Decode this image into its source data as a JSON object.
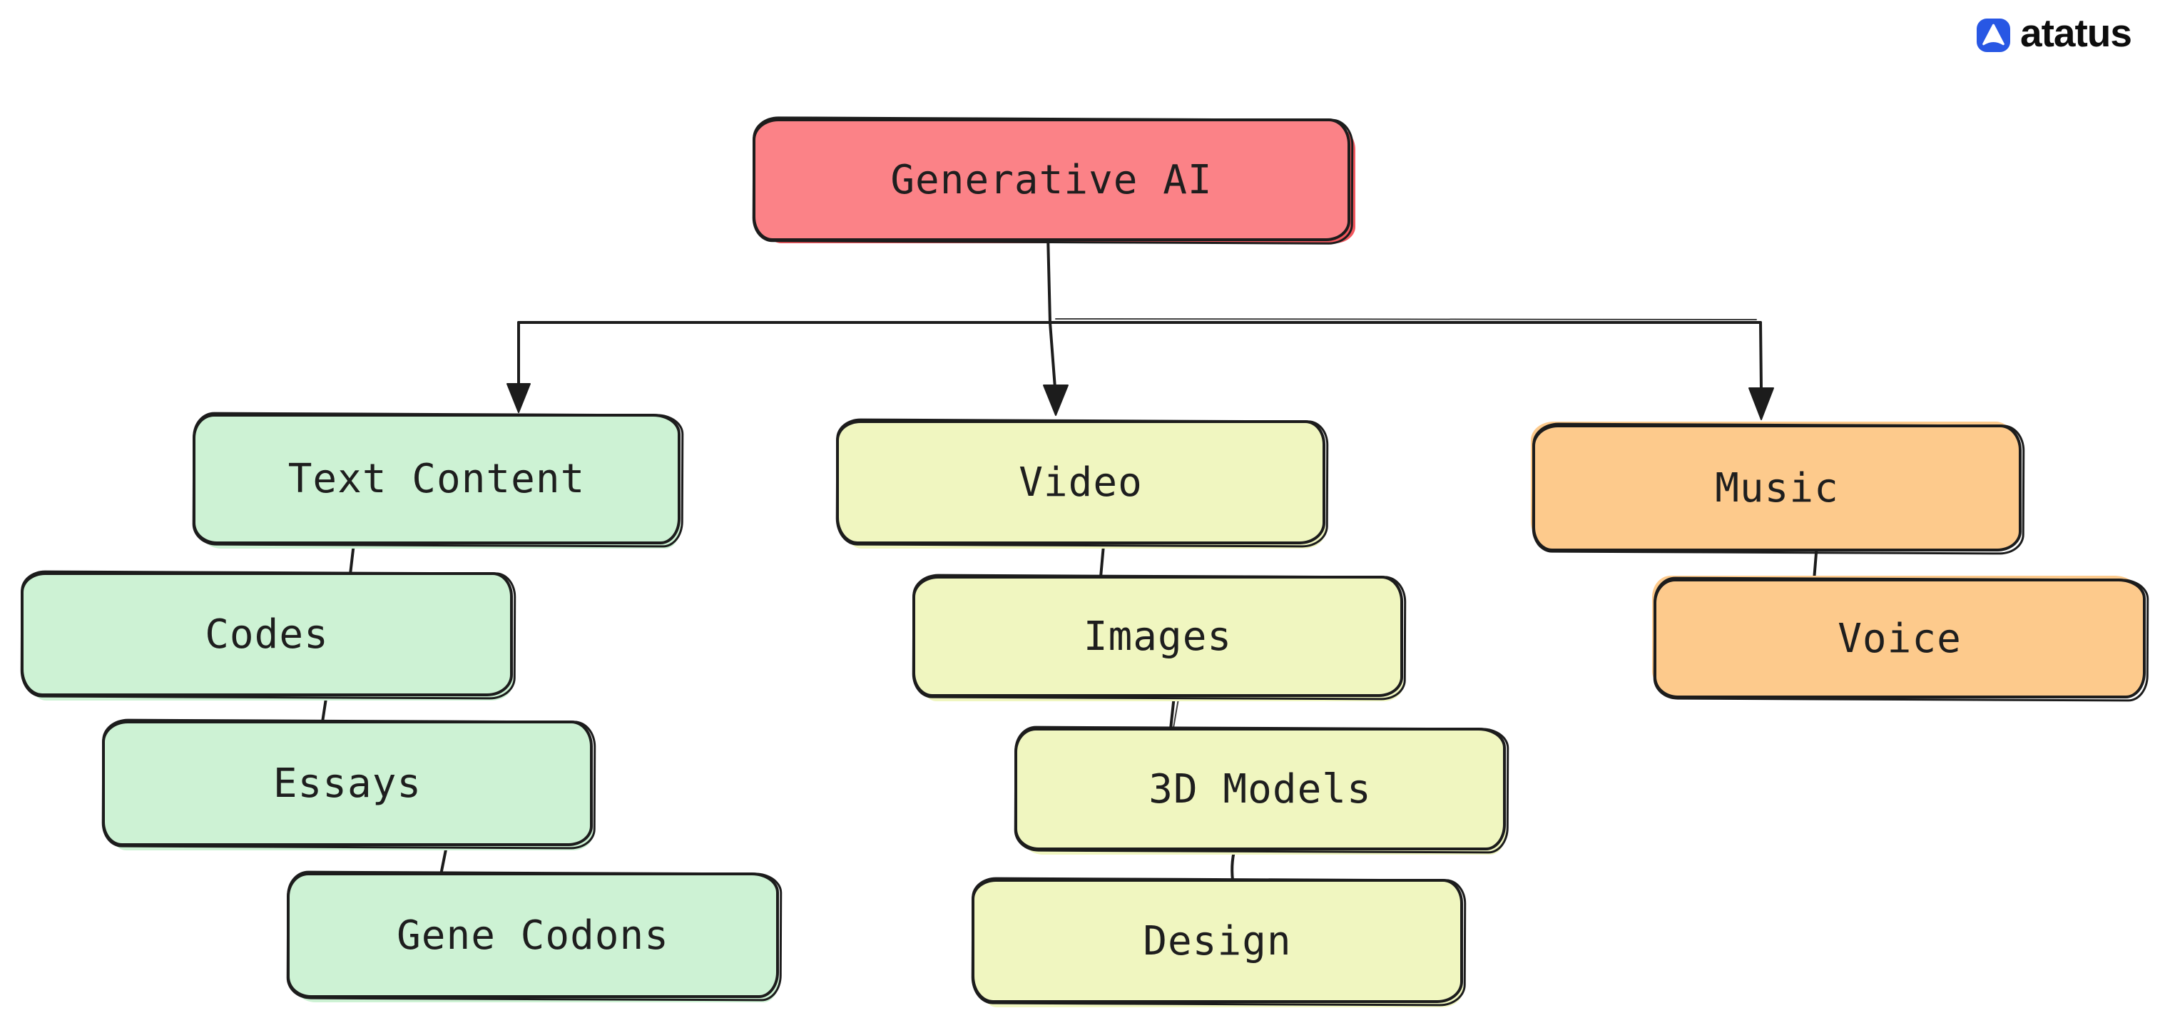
{
  "brand": {
    "name": "atatus"
  },
  "colors": {
    "red": "#FB8287",
    "red_accent": "#F2575E",
    "green": "#CDF2D4",
    "yellow": "#F0F6C0",
    "orange": "#FDCA8C",
    "stroke": "#1c1c1c",
    "text": "#1e1e1e",
    "logo_blue": "#2857E4"
  },
  "nodes": {
    "root": {
      "label": "Generative AI"
    },
    "text_content": {
      "label": "Text Content"
    },
    "codes": {
      "label": "Codes"
    },
    "essays": {
      "label": "Essays"
    },
    "gene_codons": {
      "label": "Gene Codons"
    },
    "video": {
      "label": "Video"
    },
    "images": {
      "label": "Images"
    },
    "three_d_models": {
      "label": "3D Models"
    },
    "design": {
      "label": "Design"
    },
    "music": {
      "label": "Music"
    },
    "voice": {
      "label": "Voice"
    }
  },
  "structure": {
    "root": "Generative AI",
    "branches": [
      {
        "parent": "Text Content",
        "children": [
          "Codes",
          "Essays",
          "Gene Codons"
        ]
      },
      {
        "parent": "Video",
        "children": [
          "Images",
          "3D Models",
          "Design"
        ]
      },
      {
        "parent": "Music",
        "children": [
          "Voice"
        ]
      }
    ]
  }
}
